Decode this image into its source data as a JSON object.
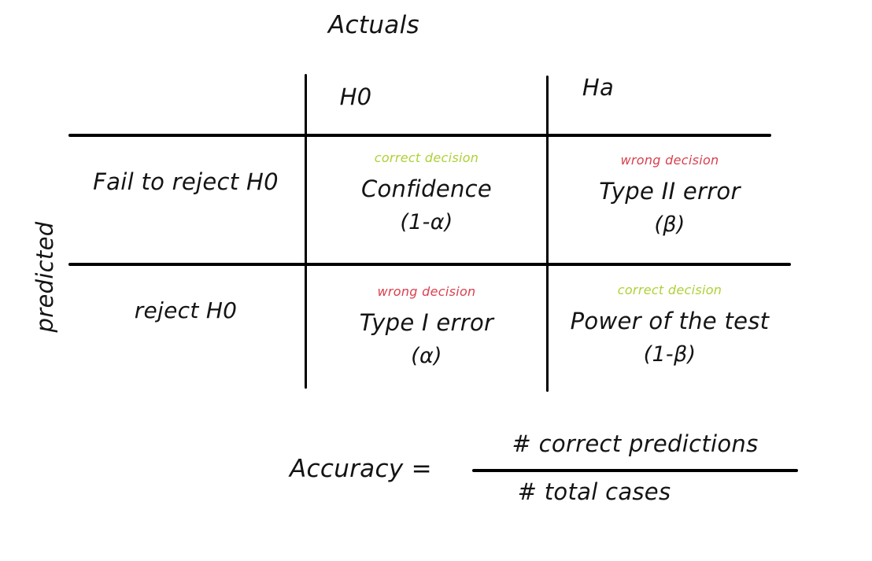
{
  "diagram": {
    "title": "Actuals",
    "row_axis_label": "predicted",
    "column_headers": [
      "H0",
      "Ha"
    ],
    "row_headers": [
      "Fail to reject H0",
      "reject H0"
    ],
    "cells": [
      {
        "tag": "correct decision",
        "type": "correct",
        "name": "Confidence",
        "symbol": "(1-α)"
      },
      {
        "tag": "wrong decision",
        "type": "wrong",
        "name": "Type II error",
        "symbol": "(β)"
      },
      {
        "tag": "wrong decision",
        "type": "wrong",
        "name": "Type I error",
        "symbol": "(α)"
      },
      {
        "tag": "correct decision",
        "type": "correct",
        "name": "Power of the test",
        "symbol": "(1-β)"
      }
    ]
  },
  "formula": {
    "lhs": "Accuracy =",
    "numerator": "# correct predictions",
    "denominator": "# total cases"
  },
  "colors": {
    "correct_decision": "#aed136",
    "wrong_decision": "#d9404e",
    "ink": "#141414"
  }
}
